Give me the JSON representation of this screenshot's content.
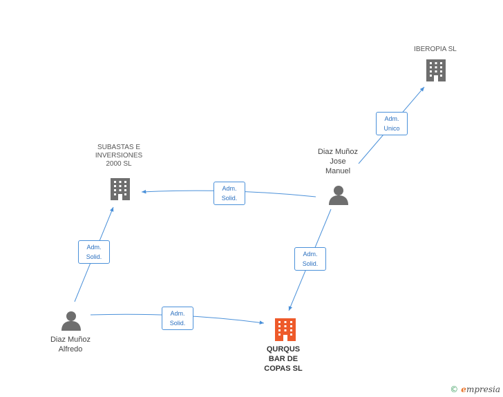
{
  "colors": {
    "edge": "#4a90d9",
    "company": "#6e6e6e",
    "focus_company": "#ee5a2a",
    "person": "#6e6e6e"
  },
  "nodes": {
    "iberopia": {
      "label": "IBEROPIA SL",
      "kind": "company"
    },
    "subastas": {
      "label": "SUBASTAS E\nINVERSIONES\n2000  SL",
      "kind": "company"
    },
    "qurqus": {
      "label": "QURQUS\nBAR DE\nCOPAS SL",
      "kind": "focus-company"
    },
    "jose": {
      "label": "Diaz Muñoz\nJose\nManuel",
      "kind": "person"
    },
    "alfredo": {
      "label": "Diaz Muñoz\nAlfredo",
      "kind": "person"
    }
  },
  "edges": [
    {
      "from": "jose",
      "to": "iberopia",
      "label": "Adm.\nUnico"
    },
    {
      "from": "jose",
      "to": "subastas",
      "label": "Adm.\nSolid."
    },
    {
      "from": "jose",
      "to": "qurqus",
      "label": "Adm.\nSolid."
    },
    {
      "from": "alfredo",
      "to": "subastas",
      "label": "Adm.\nSolid."
    },
    {
      "from": "alfredo",
      "to": "qurqus",
      "label": "Adm.\nSolid."
    }
  ],
  "brand": {
    "copyright": "©",
    "initial": "e",
    "rest": "mpresia"
  }
}
